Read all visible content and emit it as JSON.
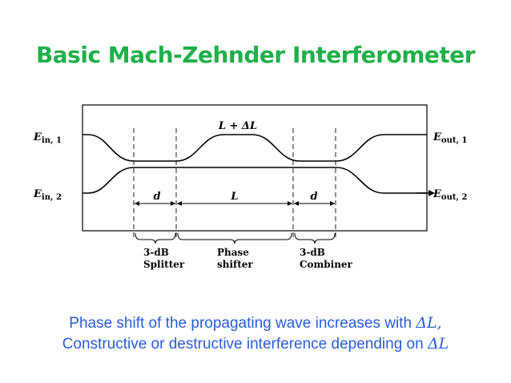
{
  "title": "Basic Mach-Zehnder Interferometer",
  "colors": {
    "title": "#1fb04a",
    "caption": "#2a5bdc",
    "lines": "#000000"
  },
  "diagram": {
    "labels": {
      "e_in_1": {
        "main": "E",
        "sub": "in, 1"
      },
      "e_in_2": {
        "main": "E",
        "sub": "in, 2"
      },
      "e_out_1": {
        "main": "E",
        "sub": "out, 1"
      },
      "e_out_2": {
        "main": "E",
        "sub": "out, 2"
      },
      "upper_arm": "L + ΔL",
      "d_left": "d",
      "l_mid": "L",
      "d_right": "d"
    },
    "sections": [
      {
        "line1": "3-dB",
        "line2": "Splitter"
      },
      {
        "line1": "Phase",
        "line2": "shifter"
      },
      {
        "line1": "3-dB",
        "line2": "Combiner"
      }
    ]
  },
  "caption": {
    "line1_text": "Phase shift of the propagating wave increases with ",
    "line1_symbol": "ΔL,",
    "line2_text": "Constructive or destructive interference depending on ",
    "line2_symbol": "ΔL"
  }
}
